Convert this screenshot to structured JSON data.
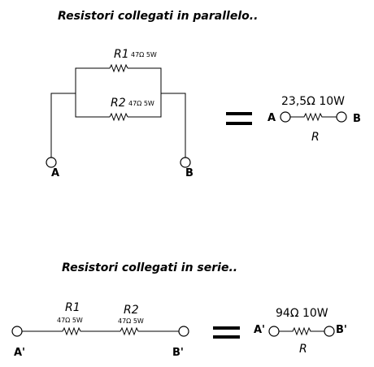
{
  "parallel": {
    "title": "Resistori collegati in parallelo..",
    "r1_name": "R1",
    "r1_spec": "47Ω 5W",
    "r2_name": "R2",
    "r2_spec": "47Ω 5W",
    "node_a": "A",
    "node_b": "B",
    "equivalent": {
      "spec": "23,5Ω 10W",
      "name": "R",
      "node_a": "A",
      "node_b": "B"
    }
  },
  "series": {
    "title": "Resistori collegati in serie..",
    "r1_name": "R1",
    "r1_spec": "47Ω 5W",
    "r2_name": "R2",
    "r2_spec": "47Ω 5W",
    "node_a": "A'",
    "node_b": "B'",
    "equivalent": {
      "spec": "94Ω 10W",
      "name": "R",
      "node_a": "A'",
      "node_b": "B'"
    }
  }
}
